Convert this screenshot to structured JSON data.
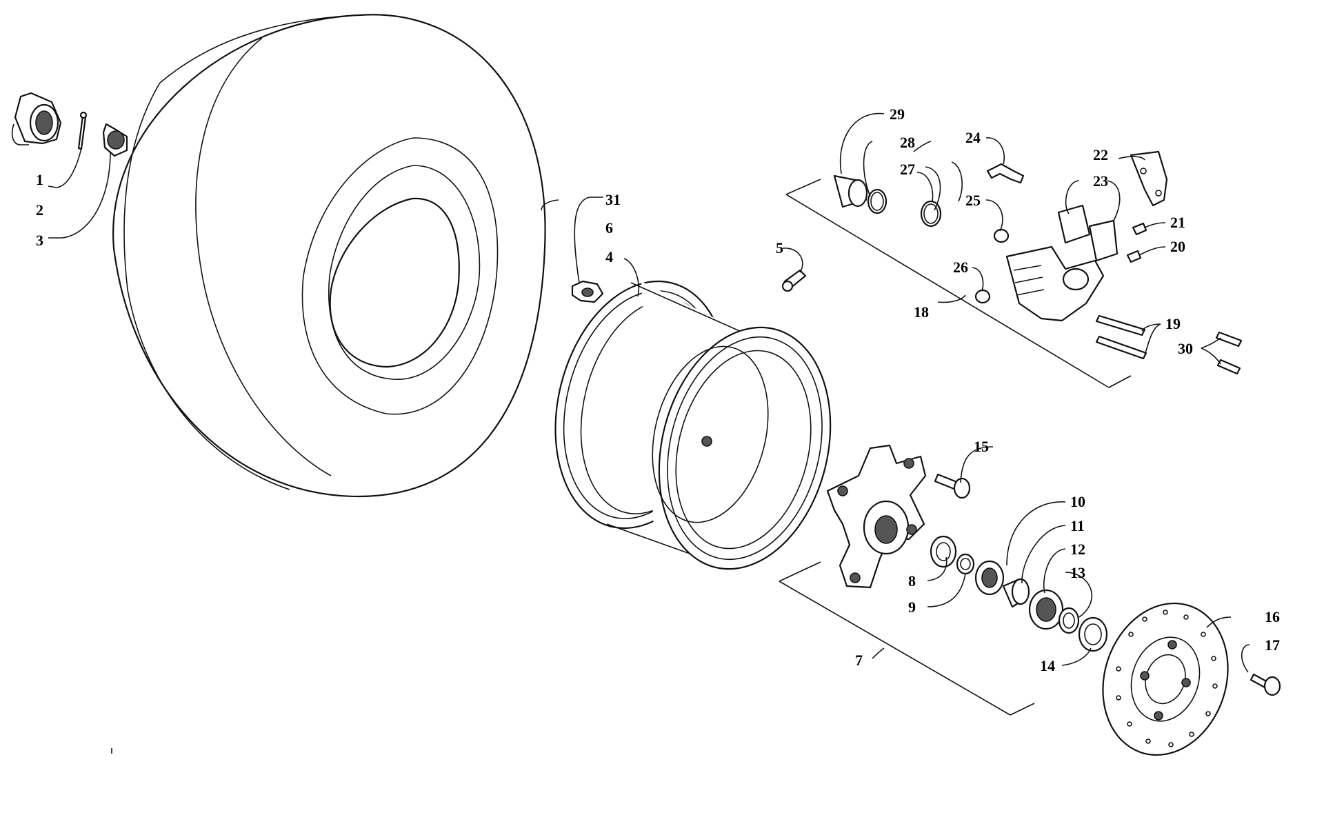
{
  "callouts": [
    {
      "n": "1"
    },
    {
      "n": "2"
    },
    {
      "n": "3"
    },
    {
      "n": "4"
    },
    {
      "n": "5"
    },
    {
      "n": "6"
    },
    {
      "n": "7"
    },
    {
      "n": "8"
    },
    {
      "n": "9"
    },
    {
      "n": "10"
    },
    {
      "n": "11"
    },
    {
      "n": "12"
    },
    {
      "n": "13"
    },
    {
      "n": "14"
    },
    {
      "n": "15"
    },
    {
      "n": "16"
    },
    {
      "n": "17"
    },
    {
      "n": "18"
    },
    {
      "n": "19"
    },
    {
      "n": "20"
    },
    {
      "n": "21"
    },
    {
      "n": "22"
    },
    {
      "n": "23"
    },
    {
      "n": "24"
    },
    {
      "n": "25"
    },
    {
      "n": "26"
    },
    {
      "n": "27"
    },
    {
      "n": "28"
    },
    {
      "n": "29"
    },
    {
      "n": "30"
    },
    {
      "n": "31"
    }
  ],
  "colors": {
    "line": "#111111",
    "background": "#ffffff"
  }
}
